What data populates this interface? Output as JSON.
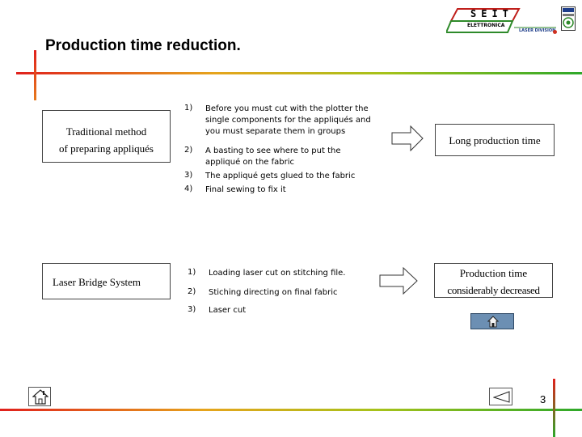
{
  "title": "Production time reduction.",
  "logo": {
    "brand": "SEIT",
    "subtitle": "ELETTRONICA",
    "division": "LASER DIVISION"
  },
  "traditional": {
    "label_line1": "Traditional method",
    "label_line2": "of preparing appliqués",
    "steps": [
      {
        "num": "1)",
        "text": "Before you must cut with the plotter the single components for the appliqués and you must separate them in groups"
      },
      {
        "num": "2)",
        "text": "A basting to see where to put the appliqué on the fabric"
      },
      {
        "num": "3)",
        "text": "The appliqué gets glued to the fabric"
      },
      {
        "num": "4)",
        "text": "Final sewing to fix it"
      }
    ],
    "result": "Long production time"
  },
  "laser": {
    "label": "Laser Bridge System",
    "steps": [
      {
        "num": "1)",
        "text": "Loading laser cut on stitching file."
      },
      {
        "num": "2)",
        "text": "Stiching directing on final fabric"
      },
      {
        "num": "3)",
        "text": "Laser cut"
      }
    ],
    "result_line1": "Production time",
    "result_line2": "considerably decreased"
  },
  "footer": {
    "page_number": "3"
  },
  "icons": {
    "home": "home-icon",
    "back": "back-triangle-icon",
    "arrow": "right-arrow-icon"
  }
}
